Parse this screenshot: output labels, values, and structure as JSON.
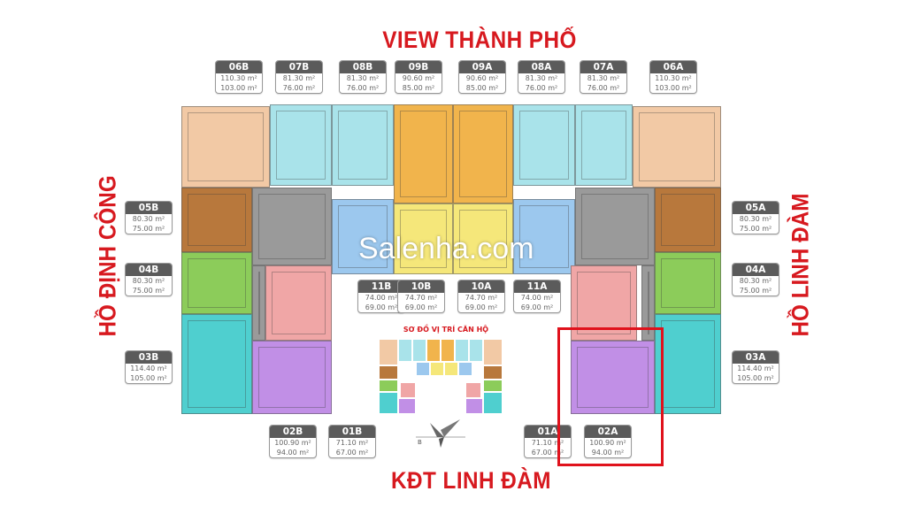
{
  "titles": {
    "top": "VIEW THÀNH PHỐ",
    "bottom": "KĐT LINH ĐÀM",
    "left": "HỒ ĐỊNH CÔNG",
    "right": "HỒ LINH ĐÀM"
  },
  "watermark": "Salenha.com",
  "mini_map_title": "SƠ ĐỒ VỊ TRÍ CĂN HỘ",
  "highlighted_unit": "02A",
  "colors": {
    "title_red": "#d7191f",
    "highlight": "#e0121c"
  },
  "units": [
    {
      "code": "06B",
      "area1": "110.30 m²",
      "area2": "103.00 m²",
      "color": "#f2c9a5"
    },
    {
      "code": "07B",
      "area1": "81.30 m²",
      "area2": "76.00 m²",
      "color": "#a9e3ea"
    },
    {
      "code": "08B",
      "area1": "81.30 m²",
      "area2": "76.00 m²",
      "color": "#a9e3ea"
    },
    {
      "code": "09B",
      "area1": "90.60 m²",
      "area2": "85.00 m²",
      "color": "#f1b44c"
    },
    {
      "code": "09A",
      "area1": "90.60 m²",
      "area2": "85.00 m²",
      "color": "#f1b44c"
    },
    {
      "code": "08A",
      "area1": "81.30 m²",
      "area2": "76.00 m²",
      "color": "#a9e3ea"
    },
    {
      "code": "07A",
      "area1": "81.30 m²",
      "area2": "76.00 m²",
      "color": "#a9e3ea"
    },
    {
      "code": "06A",
      "area1": "110.30 m²",
      "area2": "103.00 m²",
      "color": "#f2c9a5"
    },
    {
      "code": "05B",
      "area1": "80.30 m²",
      "area2": "75.00 m²",
      "color": "#b8783c"
    },
    {
      "code": "04B",
      "area1": "80.30 m²",
      "area2": "75.00 m²",
      "color": "#8ccc5a"
    },
    {
      "code": "03B",
      "area1": "114.40 m²",
      "area2": "105.00 m²",
      "color": "#4fcfcf"
    },
    {
      "code": "05A",
      "area1": "80.30 m²",
      "area2": "75.00 m²",
      "color": "#b8783c"
    },
    {
      "code": "04A",
      "area1": "80.30 m²",
      "area2": "75.00 m²",
      "color": "#8ccc5a"
    },
    {
      "code": "03A",
      "area1": "114.40 m²",
      "area2": "105.00 m²",
      "color": "#4fcfcf"
    },
    {
      "code": "11B",
      "area1": "74.00 m²",
      "area2": "69.00 m²",
      "color": "#9cc8ee"
    },
    {
      "code": "10B",
      "area1": "74.70 m²",
      "area2": "69.00 m²",
      "color": "#f5e77a"
    },
    {
      "code": "10A",
      "area1": "74.70 m²",
      "area2": "69.00 m²",
      "color": "#f5e77a"
    },
    {
      "code": "11A",
      "area1": "74.00 m²",
      "area2": "69.00 m²",
      "color": "#9cc8ee"
    },
    {
      "code": "02B",
      "area1": "100.90 m²",
      "area2": "94.00 m²",
      "color": "#c18fe6"
    },
    {
      "code": "01B",
      "area1": "71.10 m²",
      "area2": "67.00 m²",
      "color": "#f0a6a6"
    },
    {
      "code": "01A",
      "area1": "71.10 m²",
      "area2": "67.00 m²",
      "color": "#f0a6a6"
    },
    {
      "code": "02A",
      "area1": "100.90 m²",
      "area2": "94.00 m²",
      "color": "#c18fe6"
    }
  ],
  "core_color": "#9a9a9a"
}
